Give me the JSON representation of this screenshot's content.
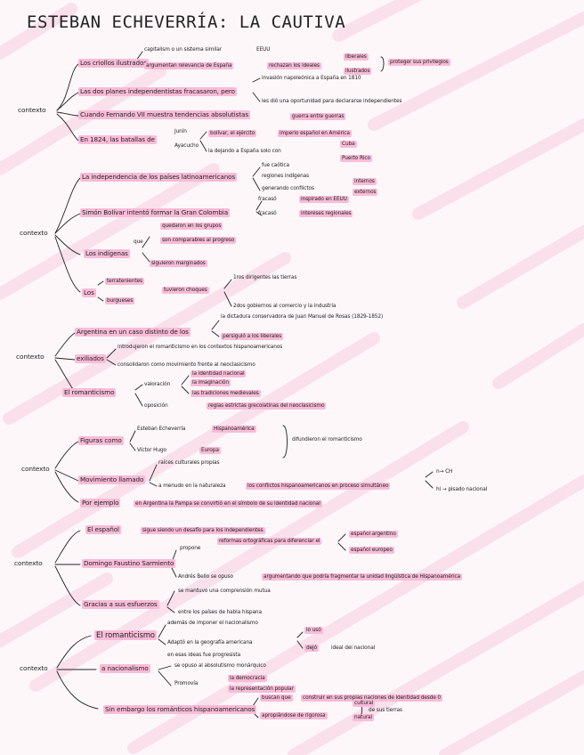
{
  "title": "ESTEBAN ECHEVERRÍA: LA CAUTIVA",
  "colors": {
    "highlight": "#f9bcd8",
    "background": "#fdf7fa",
    "ink": "#222222",
    "stroke": "#f7d3e3"
  },
  "s1": {
    "ctx": "contexto",
    "a": "Los criollos ilustrados",
    "a1": "capitalism o un sistema similar",
    "a1b": "EEUU",
    "a2": "argumentan relevancia de España",
    "a3": "rechazan los ideales",
    "a3a": "liberales",
    "a3b": "ilustrados",
    "a4": "proteger sus privilegios",
    "b": "Las dos planes independentistas fracasaron, pero",
    "b1": "invasión napoleónica a España en 1810",
    "b2": "les dió una oportunidad para declararse independientes",
    "c": "Cuando Fernando VII muestra tendencias absolutistas",
    "c1": "guerra entre guerras",
    "d": "En 1824, las batallas de",
    "d1": "Junín",
    "d2": "Ayacucho",
    "d3": "bolívar, el ejército",
    "d4": "imperio español en América",
    "d5": "la dejando a España solo con",
    "d6": "Cuba",
    "d7": "Puerto Rico"
  },
  "s2": {
    "ctx": "contexto",
    "a": "La independencia de los países latinoamericanos",
    "a1": "fue caótica",
    "a2": "regiones indígenas",
    "a3": "generando conflictos",
    "a3a": "internos",
    "a3b": "externos",
    "b": "Simón Bolívar intentó formar la Gran Colombia",
    "b1": "fracasó",
    "b2": "inspirado en EEUU",
    "b3": "fracasó",
    "b4": "intereses regionales",
    "c": "Los indígenas",
    "c1": "quedaron en los grupos",
    "c2": "que",
    "c3": "son comparables al progreso",
    "c4": "siguieron marginados",
    "d": "Los",
    "d1": "terratenientes",
    "d2": "burgueses",
    "d3": "tuvieron choques",
    "d4": "1ros dirigentes las tierras",
    "d5": "2dos gobiernos al comercio y la industria"
  },
  "s3": {
    "ctx": "contexto",
    "a": "Argentina en un caso distinto de los",
    "a1": "la dictadura conservadora de Juan Manuel de Rosas (1829-1852)",
    "a2": "persiguió a los liberales",
    "b": "exiliados",
    "b1": "introdujeron el romanticismo en los contextos hispanoamericanos",
    "b2": "consolidaron como movimiento frente al neoclasicismo",
    "c": "El romanticismo",
    "c1": "valoración",
    "c2": "la identidad nacional",
    "c3": "la imaginación",
    "c4": "las tradiciones medievales",
    "c5": "oposición",
    "c6": "reglas estrictas grecolatinas del neoclasicismo"
  },
  "s4": {
    "ctx": "contexto",
    "a": "Figuras como",
    "a1": "Esteban Echeverría",
    "a1b": "Hispanoamérica",
    "a2": "Víctor Hugo",
    "a2b": "Europa",
    "a3": "difundieron el romanticismo",
    "b": "Movimiento llamado",
    "b1": "raíces culturales propias",
    "b2": "a menudo en la naturaleza",
    "b3": "los conflictos hispanoamericanos en proceso simultáneo",
    "b4": "n→ CH",
    "b5": "hi → pisado nacional",
    "c": "Por ejemplo",
    "c1": "en Argentina la Pampa se convirtió en el símbolo de su identidad nacional"
  },
  "s5": {
    "ctx": "contexto",
    "a": "El español",
    "a1": "sigue siendo un desafío para los independientes",
    "b": "Domingo Faustino Sarmiento",
    "b1": "propone",
    "b2": "reformas ortográficas para diferenciar el",
    "b3": "español argentino",
    "b4": "español europeo",
    "c": "Andrés Bello se opuso",
    "c1": "argumentando que podría fragmentar la unidad lingüística de Hispanoamérica",
    "d": "Gracias a sus esfuerzos",
    "d1": "se mantuvo una comprensión mutua",
    "d2": "entre los países de habla hispana"
  },
  "s6": {
    "ctx": "contexto",
    "a": "El romanticismo",
    "a1": "además de imponer el nacionalismo",
    "a2": "Adaptó en la geografía americana",
    "a3": "lo usó",
    "a4": "dejó",
    "a5": "ideal del nacional",
    "a6": "en esas ideas fue progresista",
    "b": "a nacionalismo",
    "b1": "se opuso al absolutismo monárquico",
    "b2": "Promovía",
    "b3": "la democracia",
    "b4": "la representación popular",
    "c": "Sin embargo los románticos hispanoamericanos",
    "c1": "buscan que",
    "c2": "construir en sus propias naciones de identidad desde 0",
    "c3": "apropiándose de rigorosa",
    "c4": "cultural",
    "c5": "natural",
    "c6": "de sus tierras"
  }
}
